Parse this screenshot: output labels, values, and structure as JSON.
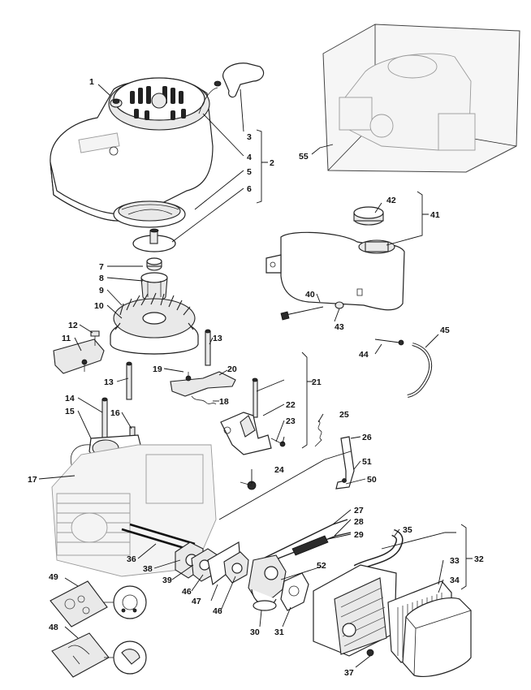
{
  "diagram": {
    "labels": [
      "1",
      "2",
      "3",
      "4",
      "5",
      "6",
      "7",
      "8",
      "9",
      "10",
      "11",
      "12",
      "13",
      "13",
      "14",
      "15",
      "16",
      "17",
      "18",
      "19",
      "20",
      "21",
      "22",
      "23",
      "24",
      "25",
      "26",
      "27",
      "28",
      "29",
      "30",
      "31",
      "32",
      "33",
      "34",
      "35",
      "36",
      "37",
      "38",
      "39",
      "40",
      "41",
      "42",
      "43",
      "44",
      "45",
      "46",
      "46",
      "47",
      "48",
      "49",
      "50",
      "51",
      "52",
      "55"
    ]
  }
}
